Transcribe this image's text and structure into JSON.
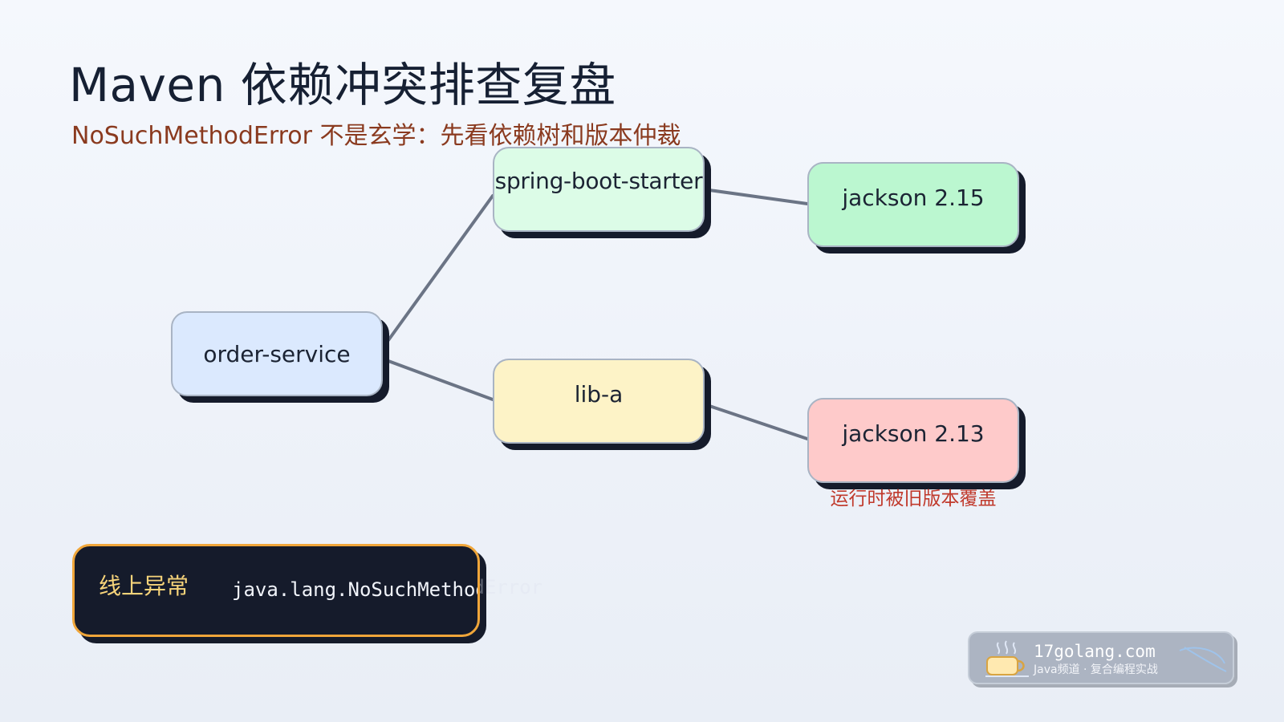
{
  "title": "Maven 依赖冲突排查复盘",
  "subtitle": "NoSuchMethodError 不是玄学：先看依赖树和版本仲裁",
  "nodes": {
    "order_service": "order-service",
    "spring_boot_starter": "spring-boot-starter",
    "lib_a": "lib-a",
    "jackson_215": "jackson 2.15",
    "jackson_213": "jackson 2.13"
  },
  "note": "运行时被旧版本覆盖",
  "alert": {
    "label": "线上异常",
    "code": "java.lang.NoSuchMethodError"
  },
  "watermark": {
    "domain": "17golang.com",
    "tagline": "Java频道 · 复合编程实战"
  },
  "colors": {
    "node_order_service": "#dbe9fe",
    "node_spring_boot_starter": "#dcfce7",
    "node_lib_a": "#fdf3c7",
    "node_jackson_215": "#bbf7d0",
    "node_jackson_213": "#fecaca",
    "note": "#c0392b",
    "subtitle": "#8a3a1f",
    "alert_border": "#f0a63a",
    "alert_label": "#f7d47a"
  }
}
